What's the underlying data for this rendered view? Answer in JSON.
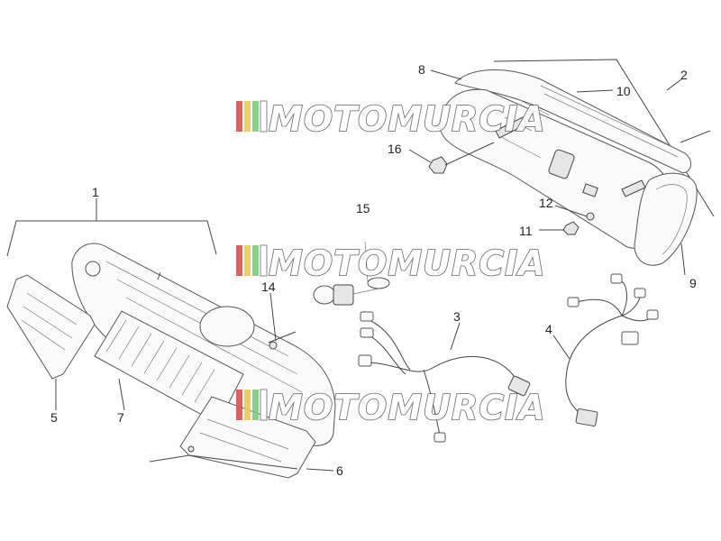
{
  "watermark": {
    "text": "MOTOMURCIA",
    "stripe_colors": [
      "#d8534f",
      "#f0c75e",
      "#7fc97f",
      "#ffffff"
    ]
  },
  "part_numbers": {
    "p1": "1",
    "p2": "2",
    "p3": "3",
    "p4": "4",
    "p5": "5",
    "p6": "6",
    "p7": "7",
    "p8": "8",
    "p9": "9",
    "p10": "10",
    "p11": "11",
    "p12": "12",
    "p14": "14",
    "p15": "15",
    "p16": "16"
  }
}
